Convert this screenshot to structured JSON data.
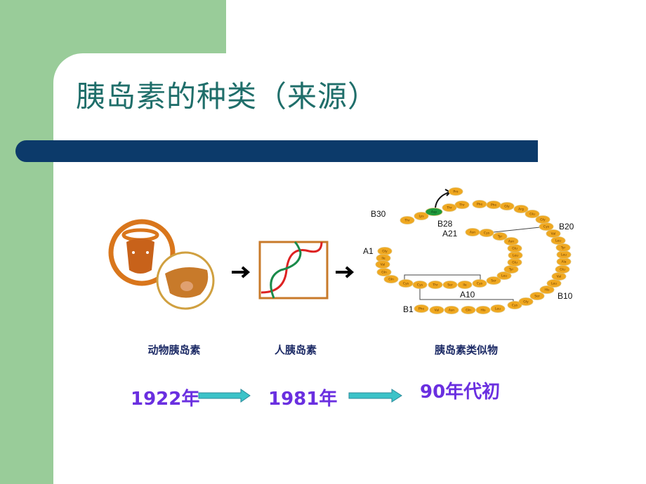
{
  "slide": {
    "title": "胰岛素的种类（来源）",
    "colors": {
      "background_green": "#99cc99",
      "title": "#1f6e6a",
      "bar": "#0c3a6a",
      "year_text": "#6a2fe0",
      "timeline_arrow": "#3cc3c8",
      "bead": "#f0a820",
      "modified_bead": "#1f9a3c"
    },
    "captions": [
      "动物胰岛素",
      "人胰岛素",
      "胰岛素类似物"
    ],
    "timeline": [
      "1922年",
      "1981年",
      "90年代初"
    ],
    "images": {
      "animal": "cow-and-pig-icon",
      "human": "dna-helix-box-icon"
    },
    "insulin_diagram": {
      "labels": {
        "b30": "B30",
        "b28": "B28",
        "a21": "A21",
        "a1": "A1",
        "a10": "A10",
        "b1": "B1",
        "b20": "B20",
        "b10": "B10"
      },
      "moved_residue": "Pro",
      "modified_residue": "Asp",
      "b_chain": [
        "Phe",
        "Val",
        "Asn",
        "Gln",
        "His",
        "Leu",
        "Cys",
        "Gly",
        "Ser",
        "His",
        "Leu",
        "Val",
        "Glu",
        "Ala",
        "Leu",
        "Tyr",
        "Leu",
        "Val",
        "Cys",
        "Gly",
        "Glu",
        "Arg",
        "Gly",
        "Phe",
        "Phe",
        "Thr",
        "Thr",
        "Lys",
        "Thr"
      ],
      "a_chain": [
        "Gly",
        "Ile",
        "Val",
        "Gln",
        "Gln",
        "Cys",
        "Cys",
        "Thr",
        "Ser",
        "Ile",
        "Cys",
        "Ser",
        "Leu",
        "Tyr",
        "Glu",
        "Leu",
        "Glu",
        "Asn",
        "Tyr",
        "Cys",
        "Asn"
      ]
    }
  }
}
